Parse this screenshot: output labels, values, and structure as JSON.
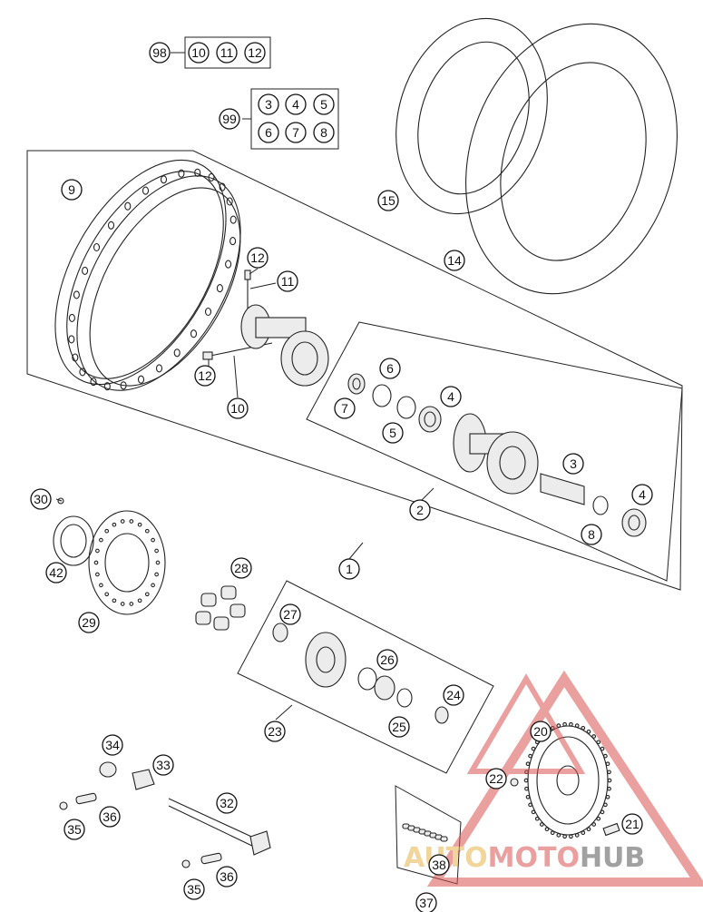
{
  "kit_groups": [
    {
      "ref": "98",
      "members": [
        "10",
        "11",
        "12"
      ]
    },
    {
      "ref": "99",
      "members": [
        "3",
        "4",
        "5",
        "6",
        "7",
        "8"
      ]
    }
  ],
  "callouts": [
    {
      "id": "l9",
      "text": "9"
    },
    {
      "id": "l12a",
      "text": "12"
    },
    {
      "id": "l11",
      "text": "11"
    },
    {
      "id": "l12b",
      "text": "12"
    },
    {
      "id": "l10",
      "text": "10"
    },
    {
      "id": "l15",
      "text": "15"
    },
    {
      "id": "l14",
      "text": "14"
    },
    {
      "id": "l6",
      "text": "6"
    },
    {
      "id": "l7",
      "text": "7"
    },
    {
      "id": "l4a",
      "text": "4"
    },
    {
      "id": "l5",
      "text": "5"
    },
    {
      "id": "l3",
      "text": "3"
    },
    {
      "id": "l2",
      "text": "2"
    },
    {
      "id": "l4b",
      "text": "4"
    },
    {
      "id": "l8",
      "text": "8"
    },
    {
      "id": "l1",
      "text": "1"
    },
    {
      "id": "l30",
      "text": "30"
    },
    {
      "id": "l42",
      "text": "42"
    },
    {
      "id": "l29",
      "text": "29"
    },
    {
      "id": "l28",
      "text": "28"
    },
    {
      "id": "l27",
      "text": "27"
    },
    {
      "id": "l26",
      "text": "26"
    },
    {
      "id": "l24",
      "text": "24"
    },
    {
      "id": "l25",
      "text": "25"
    },
    {
      "id": "l23",
      "text": "23"
    },
    {
      "id": "l20",
      "text": "20"
    },
    {
      "id": "l22",
      "text": "22"
    },
    {
      "id": "l21",
      "text": "21"
    },
    {
      "id": "l34",
      "text": "34"
    },
    {
      "id": "l33",
      "text": "33"
    },
    {
      "id": "l32",
      "text": "32"
    },
    {
      "id": "l36a",
      "text": "36"
    },
    {
      "id": "l35a",
      "text": "35"
    },
    {
      "id": "l35b",
      "text": "35"
    },
    {
      "id": "l36b",
      "text": "36"
    },
    {
      "id": "l38",
      "text": "38"
    },
    {
      "id": "l37",
      "text": "37"
    }
  ],
  "watermark": {
    "prefix": "AUTO",
    "middle": "MOTO",
    "suffix": "HUB",
    "color_primary": "#e8b34a",
    "color_accent": "#d9534f",
    "color_dark": "#555555"
  }
}
